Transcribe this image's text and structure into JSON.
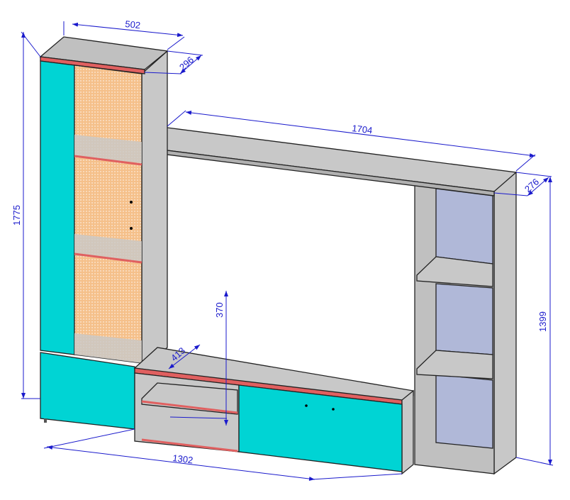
{
  "title": "Wall unit with dimensions",
  "dimensions": {
    "tall_cabinet_width": "502",
    "tall_cabinet_depth": "296",
    "tall_cabinet_height": "1775",
    "top_shelf_length": "1704",
    "top_shelf_depth": "276",
    "right_column_height": "1399",
    "tv_niche_height": "370",
    "tv_stand_depth": "413",
    "tv_stand_length": "1302"
  },
  "colors": {
    "panel": "#c0c0c0",
    "edge": "#e06060",
    "teal": "#00d4d4",
    "orange": "#f5c08a",
    "glass": "#b0b8d8",
    "dimension": "#1a1acc"
  }
}
